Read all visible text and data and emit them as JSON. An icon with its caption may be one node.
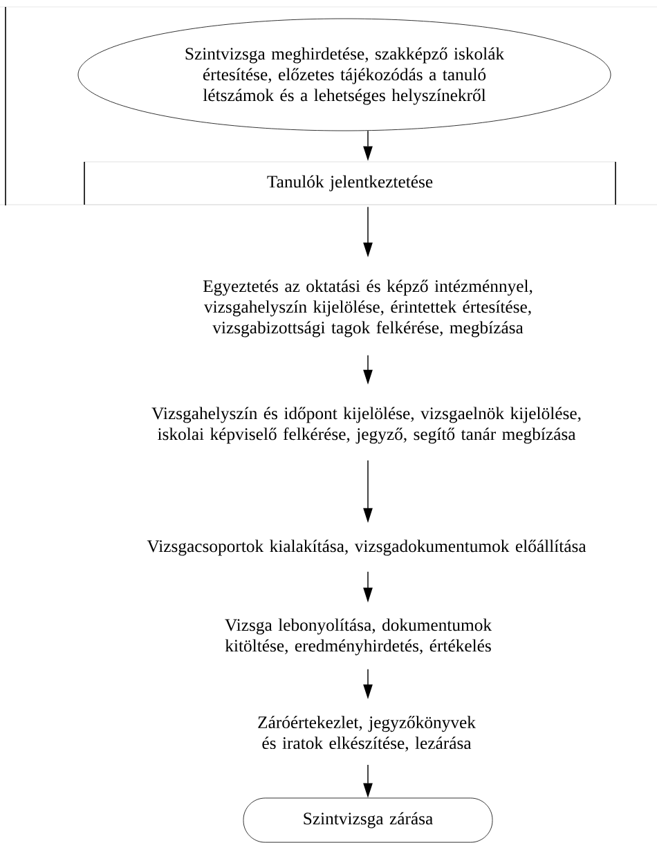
{
  "diagram": {
    "nodes": [
      {
        "text": [
          "Szintvizsga meghirdetése, szakképző iskolák értesítése, előzetes tájékozódás a tanuló létszámok és a lehetséges helyszínekről"
        ]
      },
      {
        "text": [
          "Tanulók jelentkeztetése"
        ]
      },
      {
        "text": [
          "Egyeztetés az oktatási és képző intézménnyel, vizsgahelyszín kijelölése, érintettek értesítése, vizsgabizottsági tagok felkérése, megbízása"
        ]
      },
      {
        "text": [
          "Vizsgahelyszín és időpont kijelölése, vizsgaelnök kijelölése, iskolai képviselő felkérése, jegyző, segítő tanár megbízása"
        ]
      },
      {
        "text": [
          "Vizsgacsoportok kialakítása, vizsgadokumentumok előállítása"
        ]
      },
      {
        "text": [
          "Vizsga lebonyolítása, dokumentumok kitöltése, eredményhirdetés, értékelés"
        ]
      },
      {
        "text": [
          "Záróértekezlet, jegyzőkönyvek és iratok elkészítése, lezárása"
        ]
      },
      {
        "text": [
          "Szintvizsga zárása"
        ]
      }
    ],
    "edges": [
      {
        "from": 0,
        "to": 1,
        "arrow": "to"
      },
      {
        "from": 1,
        "to": 2,
        "arrow": "to"
      },
      {
        "from": 2,
        "to": 3,
        "arrow": "to"
      },
      {
        "from": 3,
        "to": 4,
        "arrow": "to"
      },
      {
        "from": 4,
        "to": 5,
        "arrow": "to"
      },
      {
        "from": 5,
        "to": 6,
        "arrow": "to"
      },
      {
        "from": 6,
        "to": 7,
        "arrow": "to"
      }
    ]
  }
}
